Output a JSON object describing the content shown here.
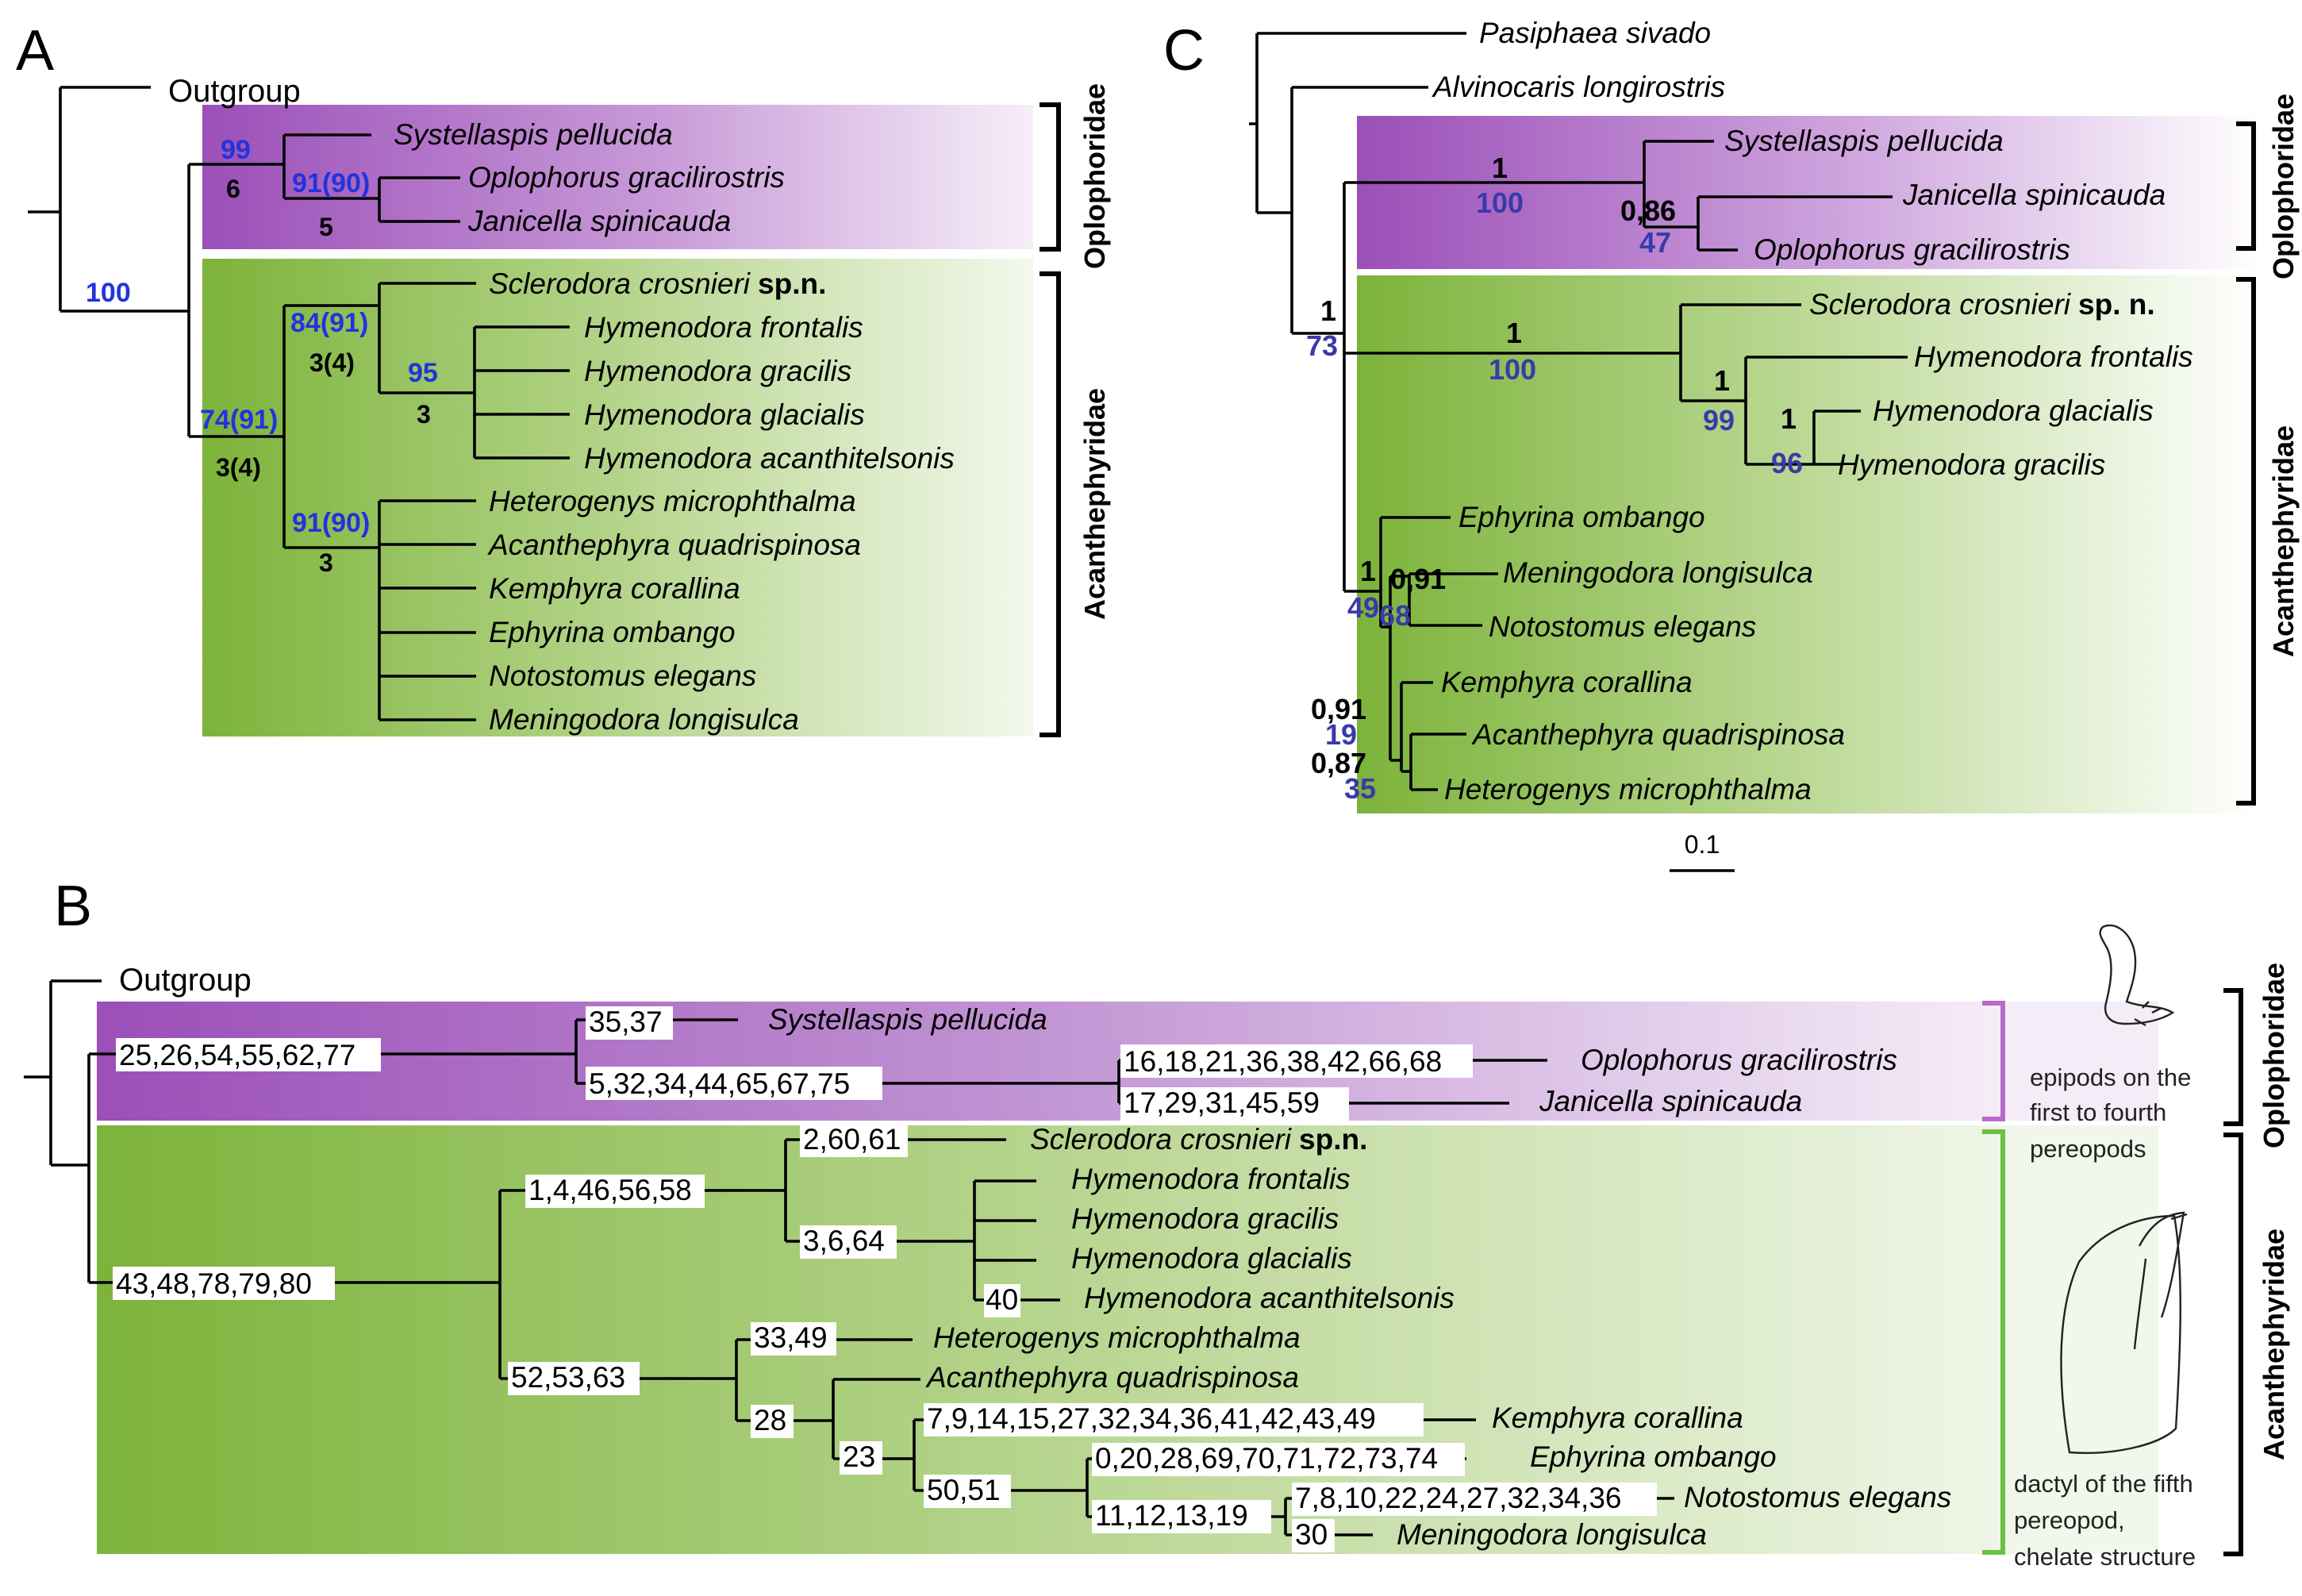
{
  "panel_letters": {
    "a": "A",
    "b": "B",
    "c": "C"
  },
  "colors": {
    "oplophoridae": "#9b4fb8",
    "acanthephyridae": "#7cb33a",
    "bootstrap_blue": "#2233dd",
    "bracket_purple": "#b86ac9",
    "bracket_green": "#6cc040"
  },
  "families": {
    "oplophoridae": "Oplophoridae",
    "acanthephyridae": "Acanthephyridae"
  },
  "panel_a": {
    "outgroup": "Outgroup",
    "taxa": [
      "Systellaspis  pellucida",
      "Oplophorus  gracilirostris",
      "Janicella  spinicauda",
      "Sclerodora crosnieri",
      "Hymenodora  frontalis",
      "Hymenodora  gracilis",
      "Hymenodora  glacialis",
      "Hymenodora  acanthitelsonis",
      "Heterogenys  microphthalma",
      "Acanthephyra  quadrispinosa",
      "Kemphyra  corallina",
      "Ephyrina  ombango",
      "Notostomus  elegans",
      "Meningodora  longisulca"
    ],
    "sp_suffix": "sp.n.",
    "support_blue": [
      "100",
      "99",
      "91(90)",
      "84(91)",
      "95",
      "74(91)",
      "91(90)"
    ],
    "support_black": [
      "6",
      "5",
      "3(4)",
      "3",
      "3(4)",
      "3"
    ]
  },
  "panel_b": {
    "outgroup": "Outgroup",
    "taxa": [
      "Systellaspis pellucida",
      "Oplophorus gracilirostris",
      "Janicella spinicauda",
      "Sclerodora crosnieri",
      "Hymenodora frontalis",
      "Hymenodora gracilis",
      "Hymenodora glacialis",
      "Hymenodora acanthitelsonis",
      "Heterogenys microphthalma",
      "Acanthephyra quadrispinosa",
      "Kemphyra corallina",
      "Ephyrina ombango",
      "Notostomus elegans",
      "Meningodora longisulca"
    ],
    "sp_suffix": "sp.n.",
    "characters": [
      "25,26,54,55,62,77",
      "35,37",
      "5,32,34,44,65,67,75",
      "16,18,21,36,38,42,66,68",
      "17,29,31,45,59",
      "43,48,78,79,80",
      "1,4,46,56,58",
      "2,60,61",
      "3,6,64",
      "40",
      "52,53,63",
      "33,49",
      "28",
      "23",
      "7,9,14,15,27,32,34,36,41,42,43,49",
      "50,51",
      "0,20,28,69,70,71,72,73,74",
      "11,12,13,19",
      "7,8,10,22,24,27,32,34,36",
      "30"
    ],
    "note_oplophoridae": [
      "epipods on the",
      "first to fourth",
      "pereopods"
    ],
    "note_acanthephyridae": [
      "dactyl of the fifth",
      "pereopod,",
      "chelate structure"
    ]
  },
  "panel_c": {
    "taxa": [
      "Pasiphaea sivado",
      "Alvinocaris longirostris",
      "Systellaspis pellucida",
      "Janicella spinicauda",
      "Oplophorus gracilirostris",
      "Sclerodora crosnieri",
      "Hymenodora frontalis",
      "Hymenodora glacialis",
      "Hymenodora gracilis",
      "Ephyrina ombango",
      "Meningodora longisulca",
      "Notostomus elegans",
      "Kemphyra corallina",
      "Acanthephyra quadrispinosa",
      "Heterogenys microphthalma"
    ],
    "sp_suffix": "sp. n.",
    "posterior": [
      "1",
      "0,86",
      "1",
      "1",
      "1",
      "1",
      "1",
      "0,91",
      "0,87"
    ],
    "bootstrap": [
      "100",
      "47",
      "73",
      "100",
      "99",
      "96",
      "49",
      "68",
      "19",
      "35"
    ],
    "scale_label": "0.1"
  }
}
